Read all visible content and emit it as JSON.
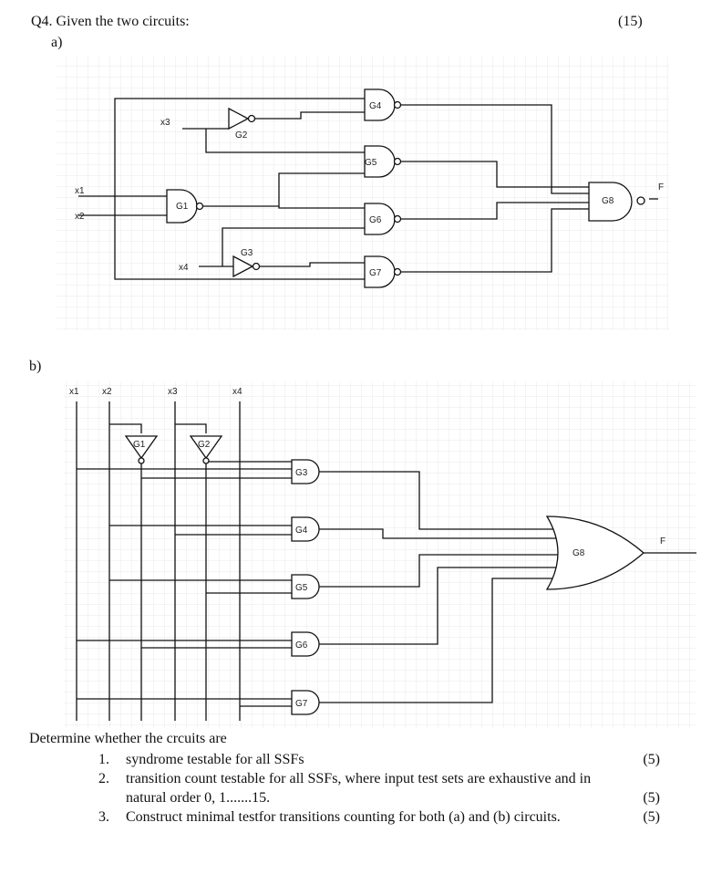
{
  "question": {
    "title": "Q4. Given the two circuits:",
    "marks": "(15)",
    "part_a_label": "a)",
    "part_b_label": "b)"
  },
  "circuit_a": {
    "inputs": [
      "x1",
      "x2",
      "x3",
      "x4"
    ],
    "gates": [
      "G1",
      "G2",
      "G3",
      "G4",
      "G5",
      "G6",
      "G7",
      "G8"
    ],
    "output": "F"
  },
  "circuit_b": {
    "inputs": [
      "x1",
      "x2",
      "x3",
      "x4"
    ],
    "gates": [
      "G1",
      "G2",
      "G3",
      "G4",
      "G5",
      "G6",
      "G7",
      "G8"
    ],
    "output": "F"
  },
  "instructions": {
    "intro": "Determine whether the crcuits are",
    "items": [
      {
        "num": "1.",
        "text": "syndrome testable for all SSFs",
        "marks": "(5)"
      },
      {
        "num": "2.",
        "text": "transition count testable for all SSFs, where input test sets are exhaustive and in",
        "text2": "natural order 0, 1.......15.",
        "marks": "(5)"
      },
      {
        "num": "3.",
        "text": "Construct minimal testfor transitions counting for both (a) and (b) circuits.",
        "marks": "(5)"
      }
    ]
  }
}
